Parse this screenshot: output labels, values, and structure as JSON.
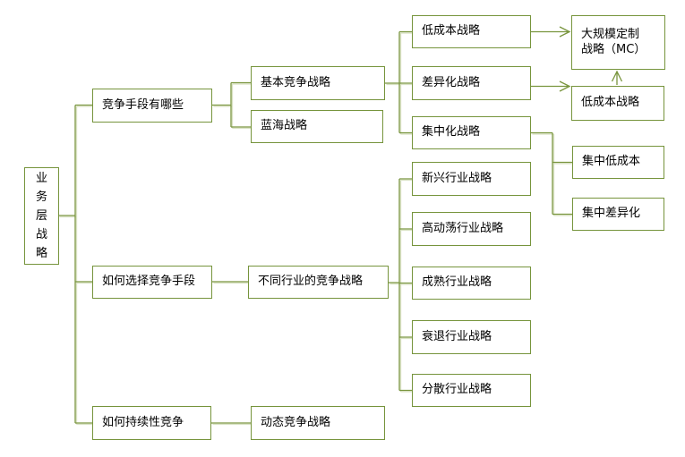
{
  "diagram_type": "mindmap-tree",
  "colors": {
    "node_border": "#76943c",
    "connector_line": "#79953e",
    "connector_shadow": "#d9e2c4",
    "text": "#000000",
    "background": "#ffffff"
  },
  "nodes": {
    "root": "业务层战略",
    "competition_means": "竞争手段有哪些",
    "how_to_choose": "如何选择竞争手段",
    "sustained_competition": "如何持续性竞争",
    "basic_competitive": "基本竞争战略",
    "blue_ocean": "蓝海战略",
    "industry_strategies": "不同行业的竞争战略",
    "dynamic_competitive": "动态竞争战略",
    "low_cost": "低成本战略",
    "differentiation": "差异化战略",
    "focus": "集中化战略",
    "emerging_industry": "新兴行业战略",
    "turbulent_industry": "高动荡行业战略",
    "mature_industry": "成熟行业战略",
    "declining_industry": "衰退行业战略",
    "fragmented_industry": "分散行业战略",
    "mass_customization": "大规模定制\n战略（MC）",
    "low_cost_2": "低成本战略",
    "focused_low_cost": "集中低成本",
    "focused_differentiation": "集中差异化"
  }
}
